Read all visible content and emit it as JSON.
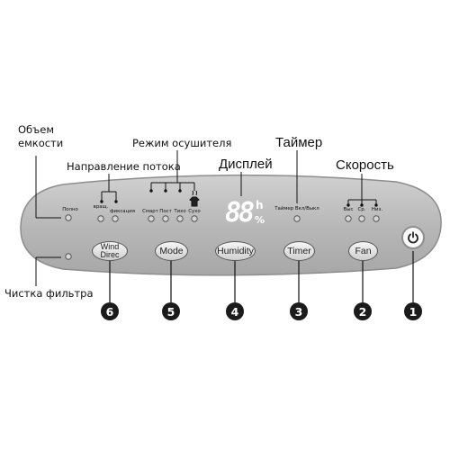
{
  "labels": {
    "capacity": "Объем\nемкости",
    "airflow": "Направление потока",
    "mode": "Режим осушителя",
    "timer": "Таймер",
    "display": "Дисплей",
    "speed": "Скорость",
    "filter": "Чистка фильтра"
  },
  "panel": {
    "full": "Полно",
    "swing": "вращ.",
    "fixed": "фиксация",
    "modes": [
      "Смарт",
      "Пост",
      "Тихо",
      "Сухо"
    ],
    "timer_onoff": "Таймер Вкл/Выкл",
    "speeds": [
      "Выс",
      "Ср.",
      "Низ."
    ]
  },
  "display": {
    "digits": "88",
    "unit_h": "h",
    "unit_pct": "%"
  },
  "buttons": {
    "wind": [
      "Wind",
      "Direc"
    ],
    "mode": "Mode",
    "humidity": "Humidity",
    "timer": "Timer",
    "fan": "Fan"
  },
  "numbers": [
    "6",
    "5",
    "4",
    "3",
    "2",
    "1"
  ],
  "colors": {
    "panel": "#b9b9b9",
    "panel_edge": "#8d8d8d",
    "callout": "#1b1b1b"
  },
  "icons": {
    "dry_mode": "clothes-dry-icon",
    "power": "power-icon"
  }
}
